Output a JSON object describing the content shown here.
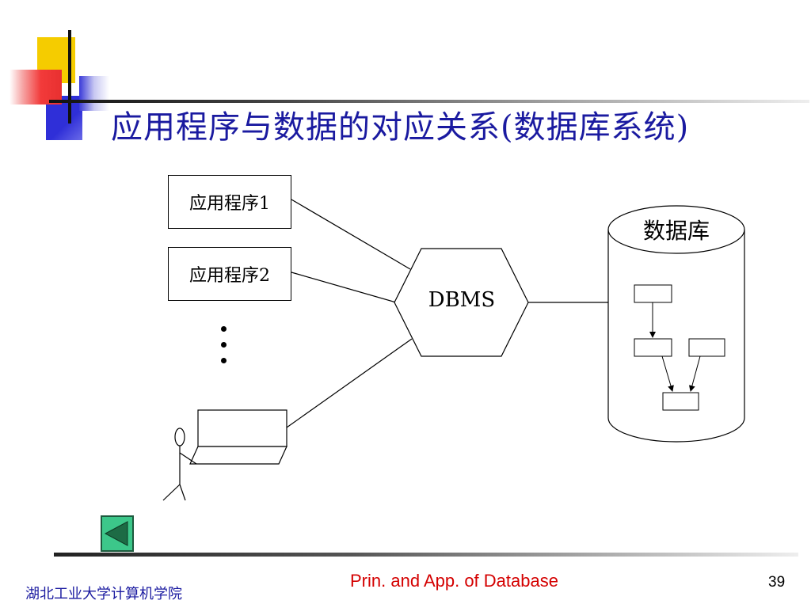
{
  "title": "应用程序与数据的对应关系(数据库系统)",
  "apps": [
    {
      "label": "应用程序1"
    },
    {
      "label": "应用程序2"
    }
  ],
  "dbms_label": "DBMS",
  "database_label": "数据库",
  "footer": {
    "school": "湖北工业大学计算机学院",
    "course": "Prin. and App. of Database",
    "page_number": "39"
  },
  "icons": {
    "nav_back": "triangle-left-icon",
    "user": "stick-figure-icon",
    "terminal": "computer-terminal-icon"
  },
  "colors": {
    "title": "#1a1aa0",
    "course": "#d40000",
    "nav_button": "#3cc78a",
    "deco_yellow": "#f5cc00",
    "deco_red": "#f23a3a",
    "deco_blue": "#2f2fd8"
  }
}
